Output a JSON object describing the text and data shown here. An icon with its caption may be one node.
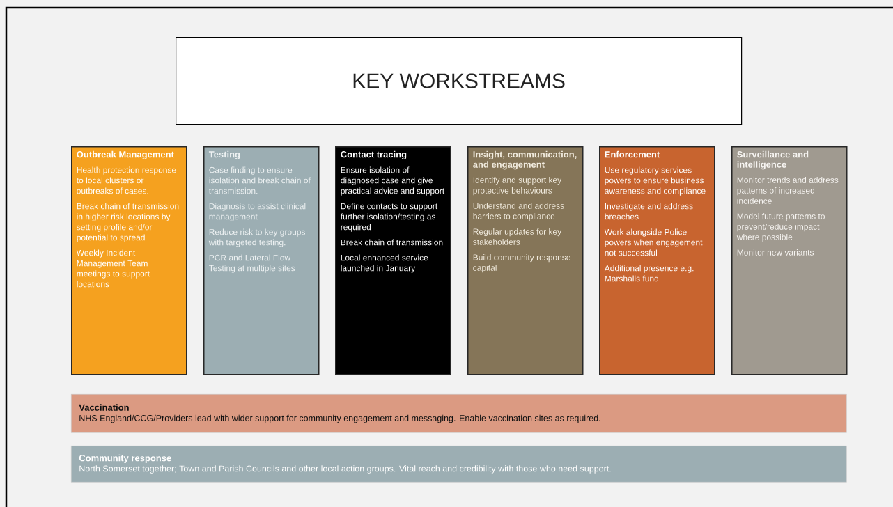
{
  "diagram": {
    "nodes": [
      {
        "text": [
          "KEY WORKSTREAMS"
        ]
      },
      {
        "text": [
          "Outbreak Management",
          "Health protection response to local clusters or outbreaks of cases.",
          "Break chain of transmission in higher risk locations by setting profile and/or potential to spread",
          "Weekly Incident Management Team meetings to support locations"
        ]
      },
      {
        "text": [
          "Testing",
          "Case finding to ensure isolation and break chain of transmission.",
          "Diagnosis to assist clinical management",
          "Reduce risk to key groups with targeted testing.",
          "PCR and Lateral Flow Testing at multiple sites"
        ]
      },
      {
        "text": [
          "Contact tracing",
          "Ensure isolation of diagnosed case and give practical advice and support",
          "Define contacts to support further isolation/testing as required",
          "Break chain of transmission",
          "Local enhanced service launched in January"
        ]
      },
      {
        "text": [
          "Insight, communication, and engagement",
          "Identify and support key protective behaviours",
          "Understand and address barriers to compliance",
          "Regular updates for key stakeholders",
          "Build community response capital"
        ]
      },
      {
        "text": [
          "Enforcement",
          "Use regulatory services powers to ensure business awareness and compliance",
          "Investigate and address breaches",
          "Work alongside Police powers when engagement not successful",
          "Additional presence e.g. Marshalls fund."
        ]
      },
      {
        "text": [
          "Surveillance and intelligence",
          "Monitor trends and address patterns of increased incidence",
          "Model future patterns to prevent/reduce impact where possible",
          "Monitor new variants"
        ]
      },
      {
        "text": [
          "Vaccination",
          "NHS England/CCG/Providers lead with wider support for community engagement and messaging. Enable vaccination sites as required."
        ]
      },
      {
        "text": [
          "Community response",
          "North Somerset together; Town and Parish Councils and other local action groups. Vital reach and credibility with those who need support."
        ]
      }
    ]
  }
}
